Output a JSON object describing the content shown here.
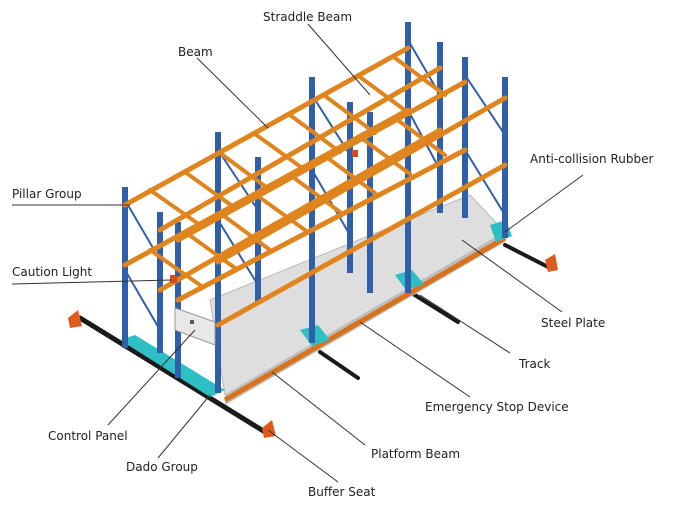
{
  "colors": {
    "upright": "#2f5fa8",
    "beam": "#e0851e",
    "base": "#2dbfc4",
    "plate": "#dcdcdc",
    "leader": "#333333"
  },
  "labels": {
    "straddle_beam": "Straddle Beam",
    "beam": "Beam",
    "pillar_group": "Pillar Group",
    "caution_light": "Caution Light",
    "anti_collision_rubber": "Anti-collision Rubber",
    "steel_plate": "Steel Plate",
    "track": "Track",
    "emergency_stop_device": "Emergency Stop Device",
    "control_panel": "Control Panel",
    "dado_group": "Dado Group",
    "platform_beam": "Platform Beam",
    "buffer_seat": "Buffer Seat"
  }
}
